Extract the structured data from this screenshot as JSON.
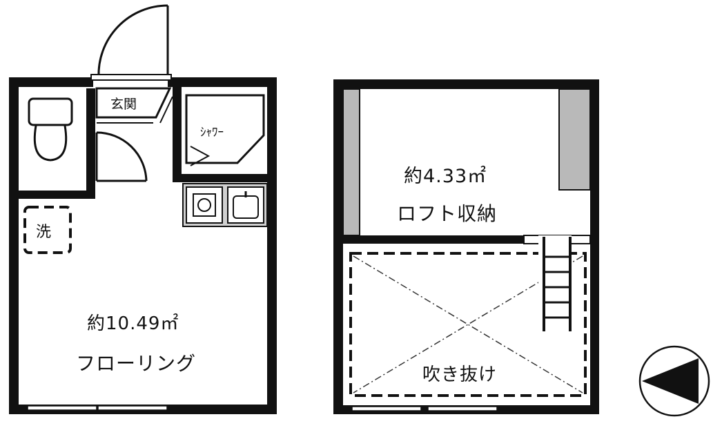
{
  "first_floor": {
    "entrance_label": "玄関",
    "shower_label": "ｼｬﾜｰ",
    "washer_label": "洗",
    "room_area": "約10.49㎡",
    "room_type": "フローリング"
  },
  "loft_floor": {
    "loft_area": "約4.33㎡",
    "loft_label": "ロフト収納",
    "void_label": "吹き抜け"
  },
  "colors": {
    "wall": "#111111",
    "gray_fill": "#b9b9b9",
    "light_gray": "#d0d0d0"
  }
}
